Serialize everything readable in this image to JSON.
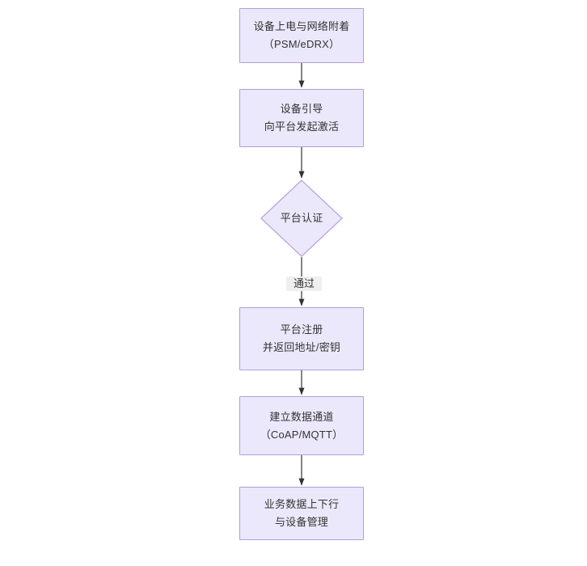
{
  "diagram": {
    "type": "flowchart",
    "direction": "top-to-bottom",
    "title": "",
    "theme": {
      "node_fill": "#ece8fb",
      "node_border": "#b39ddb",
      "text_color": "#333333",
      "edge_color": "#333333",
      "edge_label_background": "#efefef",
      "canvas_background": "#ffffff"
    },
    "nodes": [
      {
        "id": "power-on",
        "shape": "rectangle",
        "label": "设备上电与网络附着\n（PSM/eDRX）",
        "line1": "设备上电与网络附着",
        "line2": "（PSM/eDRX）"
      },
      {
        "id": "bootstrap",
        "shape": "rectangle",
        "label": "设备引导\n向平台发起激活",
        "line1": "设备引导",
        "line2": "向平台发起激活"
      },
      {
        "id": "auth",
        "shape": "diamond",
        "label": "平台认证",
        "line1": "平台认证",
        "line2": ""
      },
      {
        "id": "register",
        "shape": "rectangle",
        "label": "平台注册\n并返回地址/密钥",
        "line1": "平台注册",
        "line2": "并返回地址/密钥"
      },
      {
        "id": "channel",
        "shape": "rectangle",
        "label": "建立数据通道\n（CoAP/MQTT）",
        "line1": "建立数据通道",
        "line2": "（CoAP/MQTT）"
      },
      {
        "id": "business",
        "shape": "rectangle",
        "label": "业务数据上下行\n与设备管理",
        "line1": "业务数据上下行",
        "line2": "与设备管理"
      }
    ],
    "edges": [
      {
        "id": "e1",
        "from": "power-on",
        "to": "bootstrap",
        "label": ""
      },
      {
        "id": "e2",
        "from": "bootstrap",
        "to": "auth",
        "label": ""
      },
      {
        "id": "e3",
        "from": "auth",
        "to": "register",
        "label": "通过"
      },
      {
        "id": "e4",
        "from": "register",
        "to": "channel",
        "label": ""
      },
      {
        "id": "e5",
        "from": "channel",
        "to": "business",
        "label": ""
      }
    ]
  }
}
